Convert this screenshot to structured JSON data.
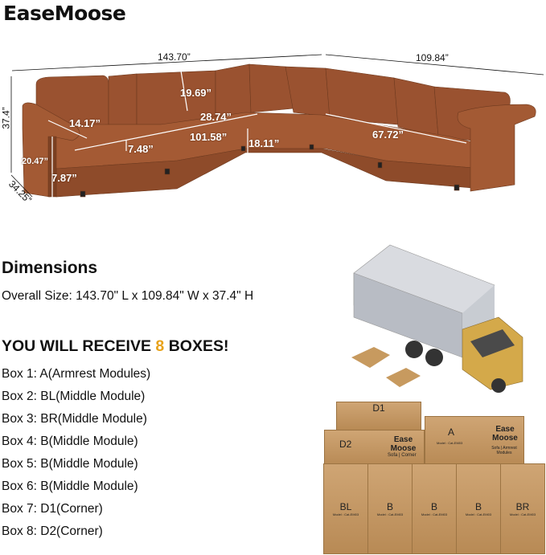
{
  "brand": {
    "logo": "EaseMoose"
  },
  "sofa_dimensions": {
    "overall_length": "143.70”",
    "overall_width": "109.84”",
    "height": "37.4”",
    "depth": "34.25”",
    "back_height": "19.69”",
    "seat_depth": "28.74”",
    "armrest_width": "14.17”",
    "left_section_length": "101.58”",
    "right_section_length": "67.72”",
    "seat_cushion_thickness": "7.48”",
    "seat_height": "18.11”",
    "arm_height": "20.47”",
    "arm_thickness": "7.87”",
    "color": "#9a5230"
  },
  "dimensions": {
    "heading": "Dimensions",
    "overall": "Overall Size: 143.70\" L x 109.84\" W x 37.4\" H"
  },
  "boxes_section": {
    "heading_prefix": "YOU WILL RECEIVE ",
    "heading_count": "8",
    "heading_suffix": " BOXES!",
    "accent_color": "#e8a21a",
    "items": [
      "Box 1: A(Armrest Modules)",
      "Box 2: BL(Middle Module)",
      "Box 3: BR(Middle Module)",
      "Box 4: B(Middle Module)",
      "Box 5: B(Middle Module)",
      "Box 6: B(Middle Module)",
      "Box 7: D1(Corner)",
      "Box 8: D2(Corner)"
    ]
  },
  "carton_image": {
    "brand": "Ease Moose",
    "model": "Model : Cat-EM03",
    "d1": "D1",
    "d2": "D2",
    "a": "A",
    "d2_side": "Sofa | Corner",
    "a_side": "Sofa | Armrest Modules",
    "bottom": [
      "BL",
      "B",
      "B",
      "B",
      "BR"
    ]
  }
}
